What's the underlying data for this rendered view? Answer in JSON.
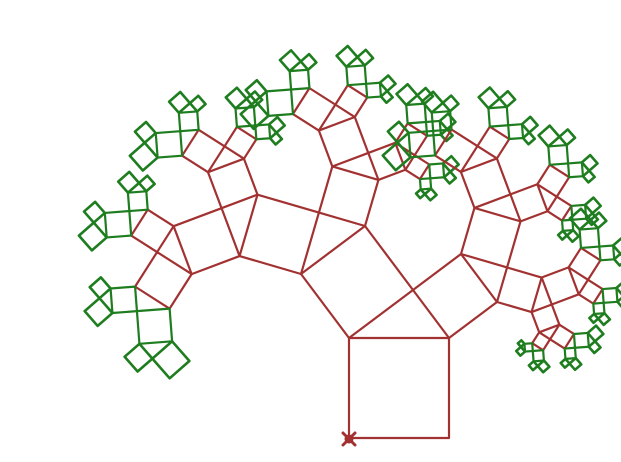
{
  "figure": {
    "kind": "Pythagoras tree fractal",
    "colors": {
      "background": "#ffffff",
      "trunk": "#a23232",
      "leaf": "#1e7d1e",
      "turtle": "#a23232"
    },
    "icons": [
      "turtle-cursor-icon"
    ]
  },
  "tree": {
    "root_side": 100,
    "branch_angle_deg": 36.87,
    "depth": 6,
    "leaf_depth": 5,
    "turn": "right",
    "scale_left": 0.8,
    "scale_right": 0.6,
    "curl_left": 0,
    "curl_right": 0
  }
}
